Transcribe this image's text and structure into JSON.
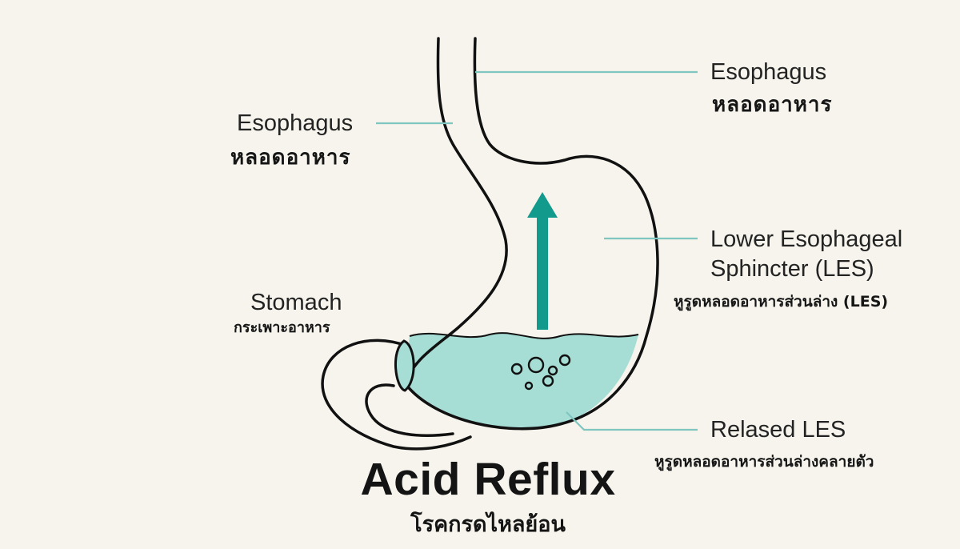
{
  "labels": {
    "esophagus_right_en": "Esophagus",
    "esophagus_right_th": "หลอดอาหาร",
    "esophagus_left_en": "Esophagus",
    "esophagus_left_th": "หลอดอาหาร",
    "les_en_line1": "Lower Esophageal",
    "les_en_line2": "Sphincter (LES)",
    "les_th": "หูรูดหลอดอาหารส่วนล่าง (LES)",
    "stomach_en": "Stomach",
    "stomach_th": "กระเพาะอาหาร",
    "relaxed_en": "Relased LES",
    "relaxed_th": "หูรูดหลอดอาหารส่วนล่างคลายตัว"
  },
  "title": "Acid Reflux",
  "subtitle": "โรคกรดไหลย้อน",
  "colors": {
    "background": "#f6f4ec",
    "outline": "#111111",
    "acid_fill": "#a6ddd5",
    "leader_line": "#7fc6c0",
    "arrow": "#129a8c"
  }
}
